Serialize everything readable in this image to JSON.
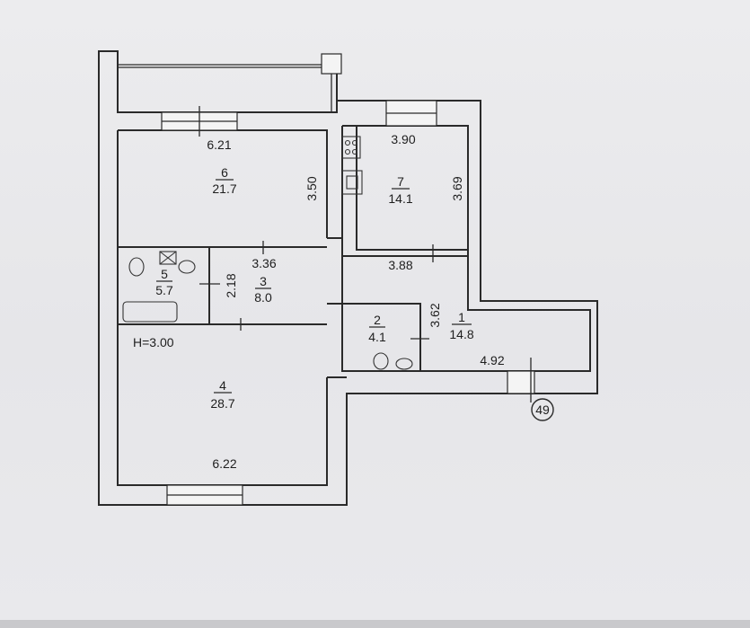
{
  "ceiling_height": "H=3.00",
  "marker": "49",
  "rooms": [
    {
      "id": "6",
      "number": "6",
      "area": "21.7"
    },
    {
      "id": "7",
      "number": "7",
      "area": "14.1"
    },
    {
      "id": "5",
      "number": "5",
      "area": "5.7"
    },
    {
      "id": "3",
      "number": "3",
      "area": "8.0"
    },
    {
      "id": "2",
      "number": "2",
      "area": "4.1"
    },
    {
      "id": "1",
      "number": "1",
      "area": "14.8"
    },
    {
      "id": "4",
      "number": "4",
      "area": "28.7"
    }
  ],
  "dimensions": [
    {
      "id": "room6-width",
      "text": "6.21"
    },
    {
      "id": "room6-depth",
      "text": "3.50"
    },
    {
      "id": "room7-width",
      "text": "3.90"
    },
    {
      "id": "room7-depth",
      "text": "3.69"
    },
    {
      "id": "room3-width",
      "text": "3.36"
    },
    {
      "id": "room3-depth",
      "text": "2.18"
    },
    {
      "id": "room1-width",
      "text": "3.88"
    },
    {
      "id": "room1-depth",
      "text": "3.62"
    },
    {
      "id": "room1-corridor",
      "text": "4.92"
    },
    {
      "id": "room4-width",
      "text": "6.22"
    }
  ]
}
